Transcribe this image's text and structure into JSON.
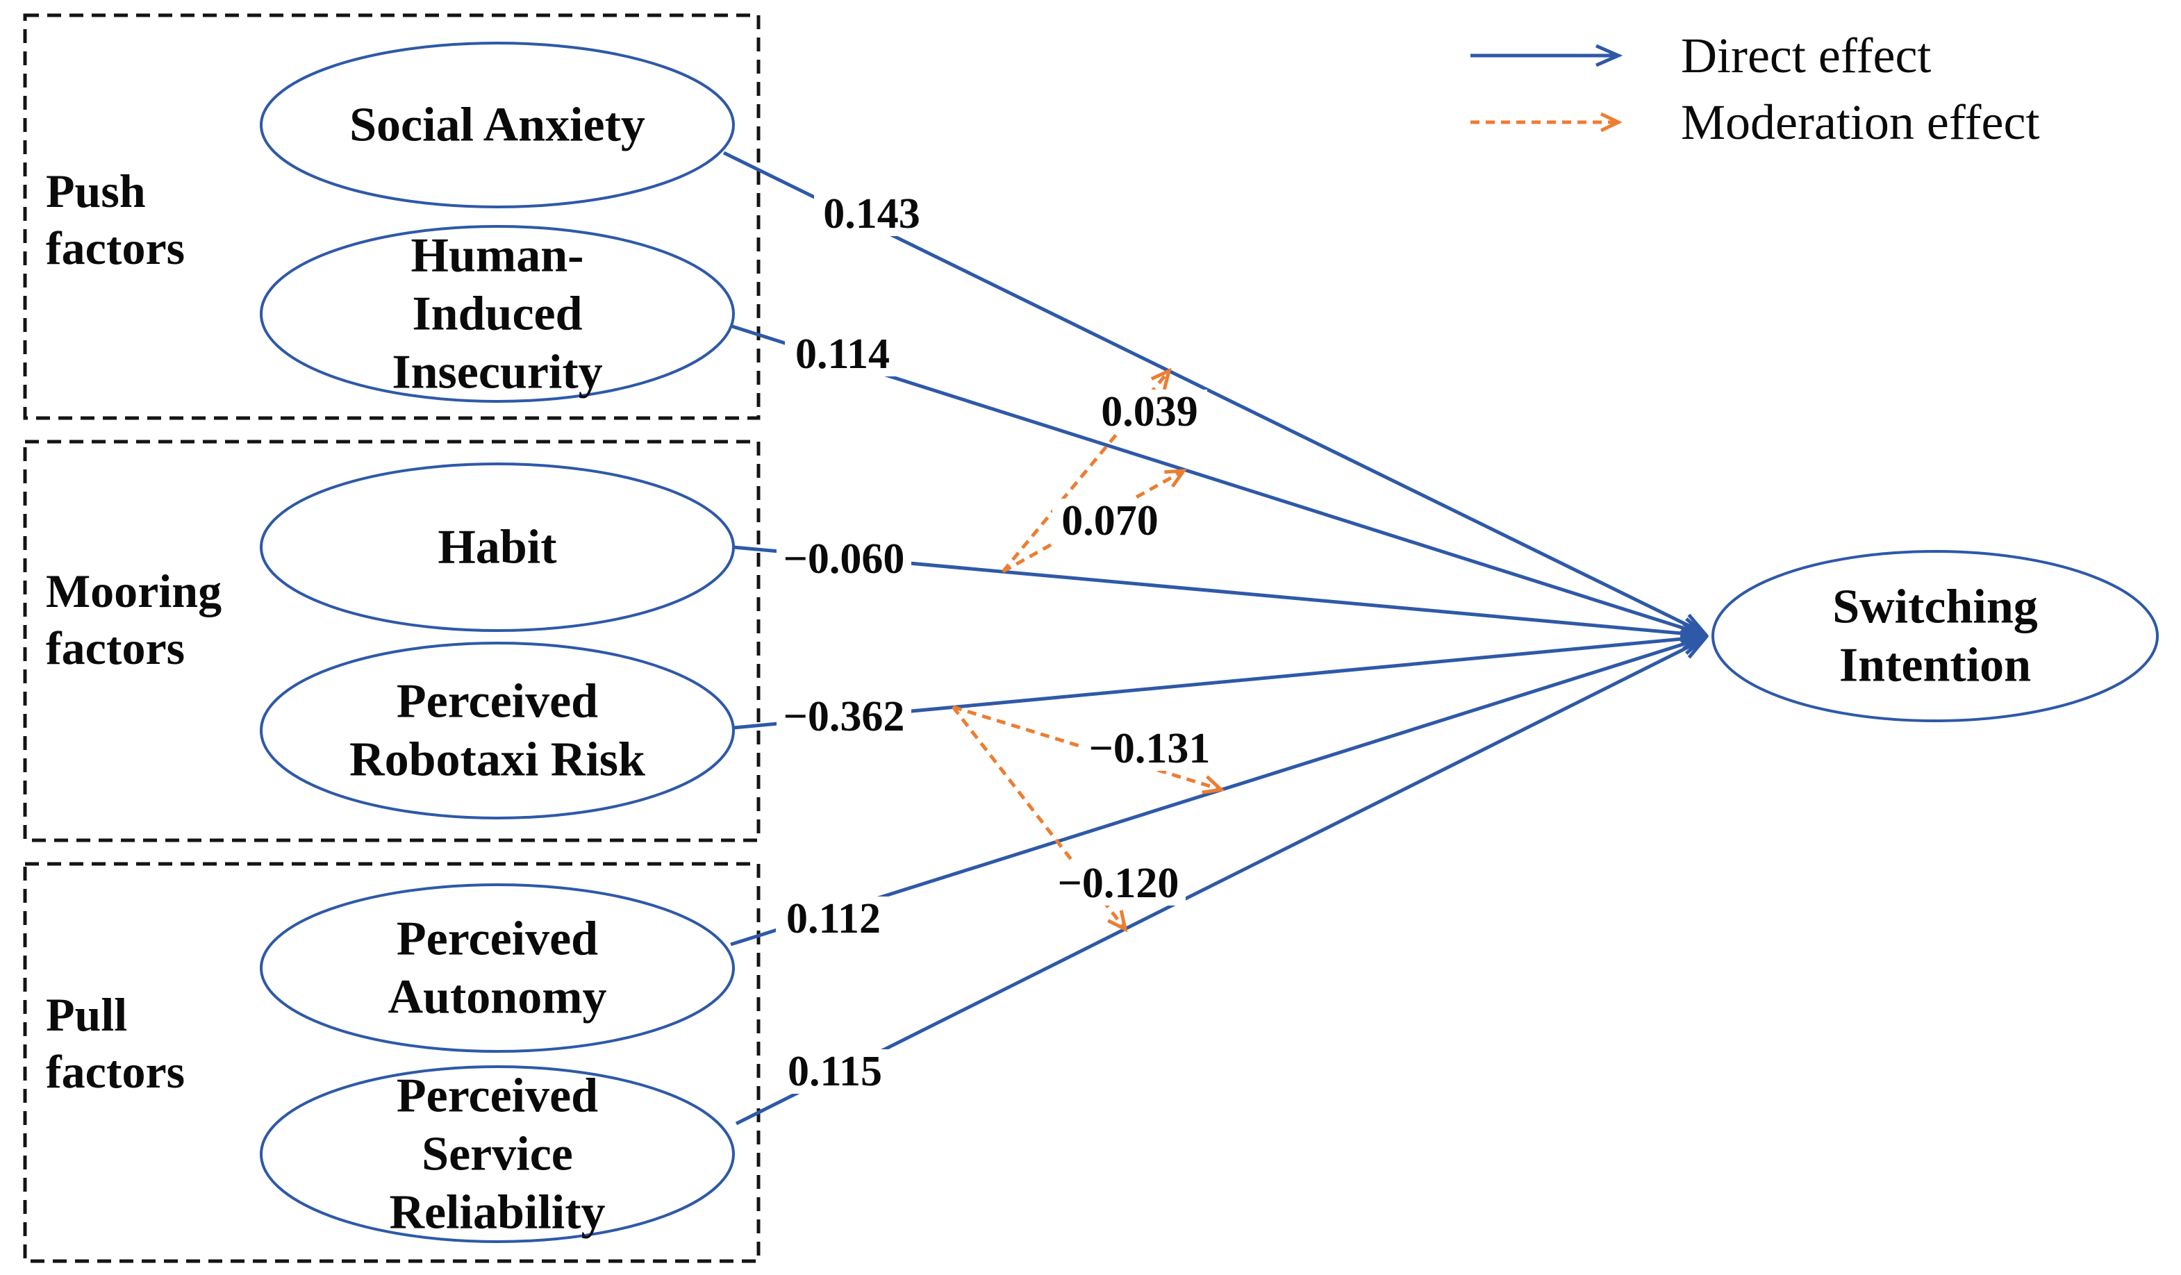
{
  "colors": {
    "direct_blue": "#2e59a8",
    "moderation_orange": "#ed7d31",
    "text": "#0a0a0a"
  },
  "legend": {
    "direct_label": "Direct effect",
    "moderation_label": "Moderation effect"
  },
  "groups": [
    {
      "name": "Push factors",
      "line1": "Push",
      "line2": "factors"
    },
    {
      "name": "Mooring factors",
      "line1": "Mooring",
      "line2": "factors"
    },
    {
      "name": "Pull factors",
      "line1": "Pull",
      "line2": "factors"
    }
  ],
  "constructs": [
    {
      "id": "social-anxiety",
      "lines": [
        "Social Anxiety"
      ]
    },
    {
      "id": "human-induced-insecurity",
      "lines": [
        "Human-",
        "Induced",
        "Insecurity"
      ]
    },
    {
      "id": "habit",
      "lines": [
        "Habit"
      ]
    },
    {
      "id": "perceived-robotaxi-risk",
      "lines": [
        "Perceived",
        "Robotaxi Risk"
      ]
    },
    {
      "id": "perceived-autonomy",
      "lines": [
        "Perceived",
        "Autonomy"
      ]
    },
    {
      "id": "perceived-service-reliability",
      "lines": [
        "Perceived",
        "Service",
        "Reliability"
      ]
    }
  ],
  "outcome": {
    "id": "switching-intention",
    "lines": [
      "Switching",
      "Intention"
    ]
  },
  "direct_effects": [
    {
      "from": "Social Anxiety",
      "to": "Switching Intention",
      "coefficient": "0.143"
    },
    {
      "from": "Human-Induced Insecurity",
      "to": "Switching Intention",
      "coefficient": "0.114"
    },
    {
      "from": "Habit",
      "to": "Switching Intention",
      "coefficient": "−0.060"
    },
    {
      "from": "Perceived Robotaxi Risk",
      "to": "Switching Intention",
      "coefficient": "−0.362"
    },
    {
      "from": "Perceived Autonomy",
      "to": "Switching Intention",
      "coefficient": "0.112"
    },
    {
      "from": "Perceived Service Reliability",
      "to": "Switching Intention",
      "coefficient": "0.115"
    }
  ],
  "moderation_effects": [
    {
      "moderator": "Habit",
      "on_path": "Social Anxiety → Switching Intention",
      "coefficient": "0.039"
    },
    {
      "moderator": "Habit",
      "on_path": "Human-Induced Insecurity → Switching Intention",
      "coefficient": "0.070"
    },
    {
      "moderator": "Perceived Robotaxi Risk",
      "on_path": "Perceived Autonomy → Switching Intention",
      "coefficient": "−0.131"
    },
    {
      "moderator": "Perceived Robotaxi Risk",
      "on_path": "Perceived Service Reliability → Switching Intention",
      "coefficient": "−0.120"
    }
  ]
}
